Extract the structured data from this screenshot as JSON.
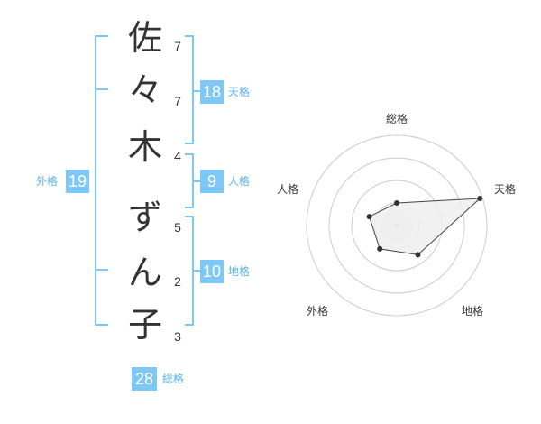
{
  "name_chars": [
    {
      "char": "佐",
      "strokes": "7"
    },
    {
      "char": "々",
      "strokes": "7"
    },
    {
      "char": "木",
      "strokes": "4"
    },
    {
      "char": "ず",
      "strokes": "5"
    },
    {
      "char": "ん",
      "strokes": "2"
    },
    {
      "char": "子",
      "strokes": "3"
    }
  ],
  "kakusu": {
    "tenkaku": {
      "value": "18",
      "label": "天格"
    },
    "jinkaku": {
      "value": "9",
      "label": "人格"
    },
    "chikaku": {
      "value": "10",
      "label": "地格"
    },
    "gaikaku": {
      "value": "19",
      "label": "外格"
    },
    "soukaku": {
      "value": "28",
      "label": "総格"
    }
  },
  "radar": {
    "axes": [
      "総格",
      "天格",
      "地格",
      "外格",
      "人格"
    ],
    "values": [
      0.25,
      0.97,
      0.4,
      0.32,
      0.32
    ],
    "max_rings": 4,
    "bracket_color": "#7ec8f8",
    "fill_color": "#eeeeee"
  }
}
